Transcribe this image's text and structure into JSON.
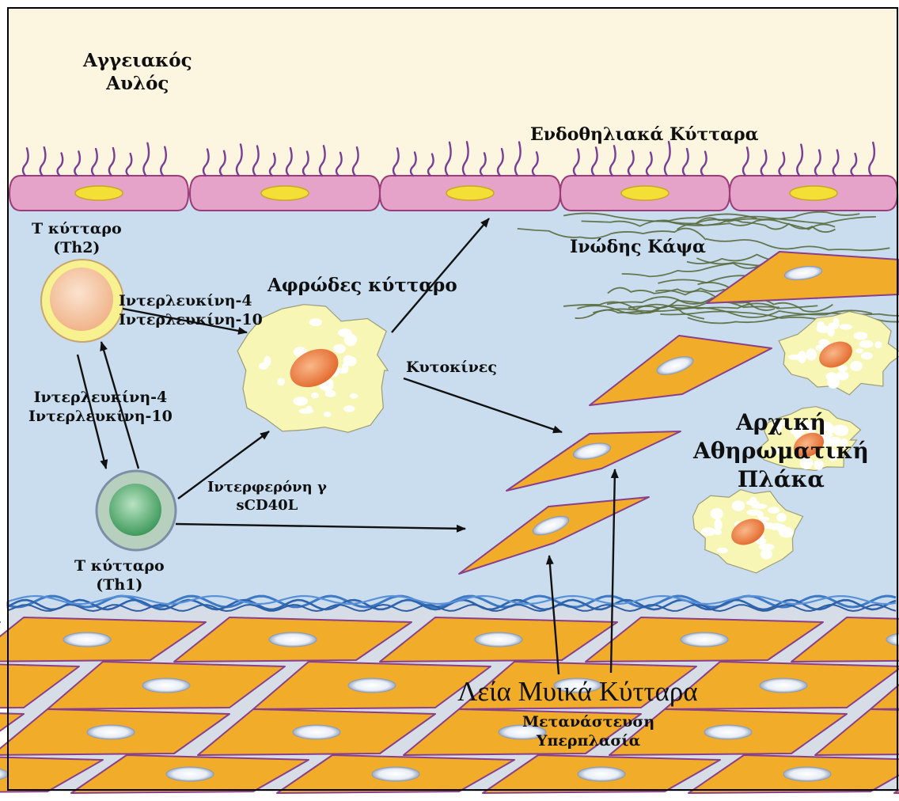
{
  "palette": {
    "lumen": "#fcf5df",
    "intima": "#c9ddee",
    "endothelium": "#e6a3c9",
    "endothelium_outline": "#9b3c78",
    "nucleus_yellow": "#f3df35",
    "microvilli": "#7a3d94",
    "smooth_muscle": "#f1ad2a",
    "smooth_muscle_outline": "#8a3f8a",
    "foam_cell": "#f7f6b4",
    "foam_nucleus": "#ef8446",
    "elastic_lamina": "#3d79c4",
    "fibrous_cap": "#5a6b3e",
    "th2_outer": "#f8f18f",
    "th2_inner": "#f4c6a0",
    "th1_outer": "#b7d0bd",
    "th1_inner": "#5cb073",
    "arrow": "#111111"
  },
  "labels": {
    "lumen": [
      "Αγγειακός",
      "Αυλός"
    ],
    "endothelial_cells": "Ενδοθηλιακά Κύτταρα",
    "fibrous_cap": "Ινώδης Κάψα",
    "th2_cell": [
      "Τ κύτταρο",
      "(Th2)"
    ],
    "th2_cytokines": [
      "Ιντερλευκίνη-4",
      "Ιντερλευκίνη-10"
    ],
    "foam_cell": "Αφρώδες κύτταρο",
    "cytokines": "Κυτοκίνες",
    "th_feedback": [
      "Ιντερλευκίνη-4",
      "Ιντερλευκίνη-10"
    ],
    "initial_plaque": [
      "Αρχική",
      "Αθηρωματική",
      "Πλάκα"
    ],
    "th1_signals": [
      "Ιντερφερόνη γ",
      "sCD40L"
    ],
    "th1_cell": [
      "Τ κύτταρο",
      "(Th1)"
    ],
    "smooth_muscle_cells": "Λεία Μυικά Κύτταρα",
    "smc_effects": [
      "Μετανάστευση",
      "Υπερπλασία"
    ]
  }
}
